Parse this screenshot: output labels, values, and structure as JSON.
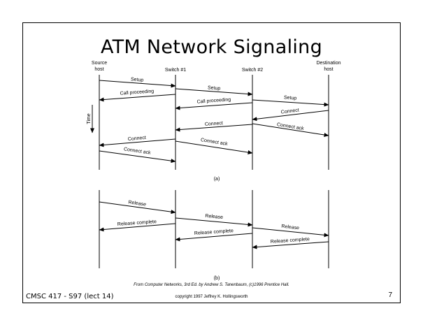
{
  "title": "ATM Network Signaling",
  "nodes": {
    "source": [
      "Source",
      "host"
    ],
    "switch1": "Switch #1",
    "switch2": "Switch #2",
    "destination": [
      "Destination",
      "host"
    ]
  },
  "time_label": "Time",
  "diagram_a": {
    "caption": "(a)",
    "messages": [
      "Setup",
      "Call proceeding",
      "Setup",
      "Call proceeding",
      "Setup",
      "Connect",
      "Connect",
      "Connect ack",
      "Connect",
      "Connect ack",
      "Connect ack"
    ]
  },
  "diagram_b": {
    "caption": "(b)",
    "messages": [
      "Release",
      "Release complete",
      "Release",
      "Release complete",
      "Release",
      "Release complete"
    ]
  },
  "credit": "From Computer Networks, 3rd Ed. by Andrew S. Tanenbaum, (c)1996 Prentice Hall.",
  "footer": {
    "course": "CMSC 417 - S97  (lect 14)",
    "copyright": "copyright 1997 Jeffrey K. Hollingsworth",
    "page": "7"
  }
}
